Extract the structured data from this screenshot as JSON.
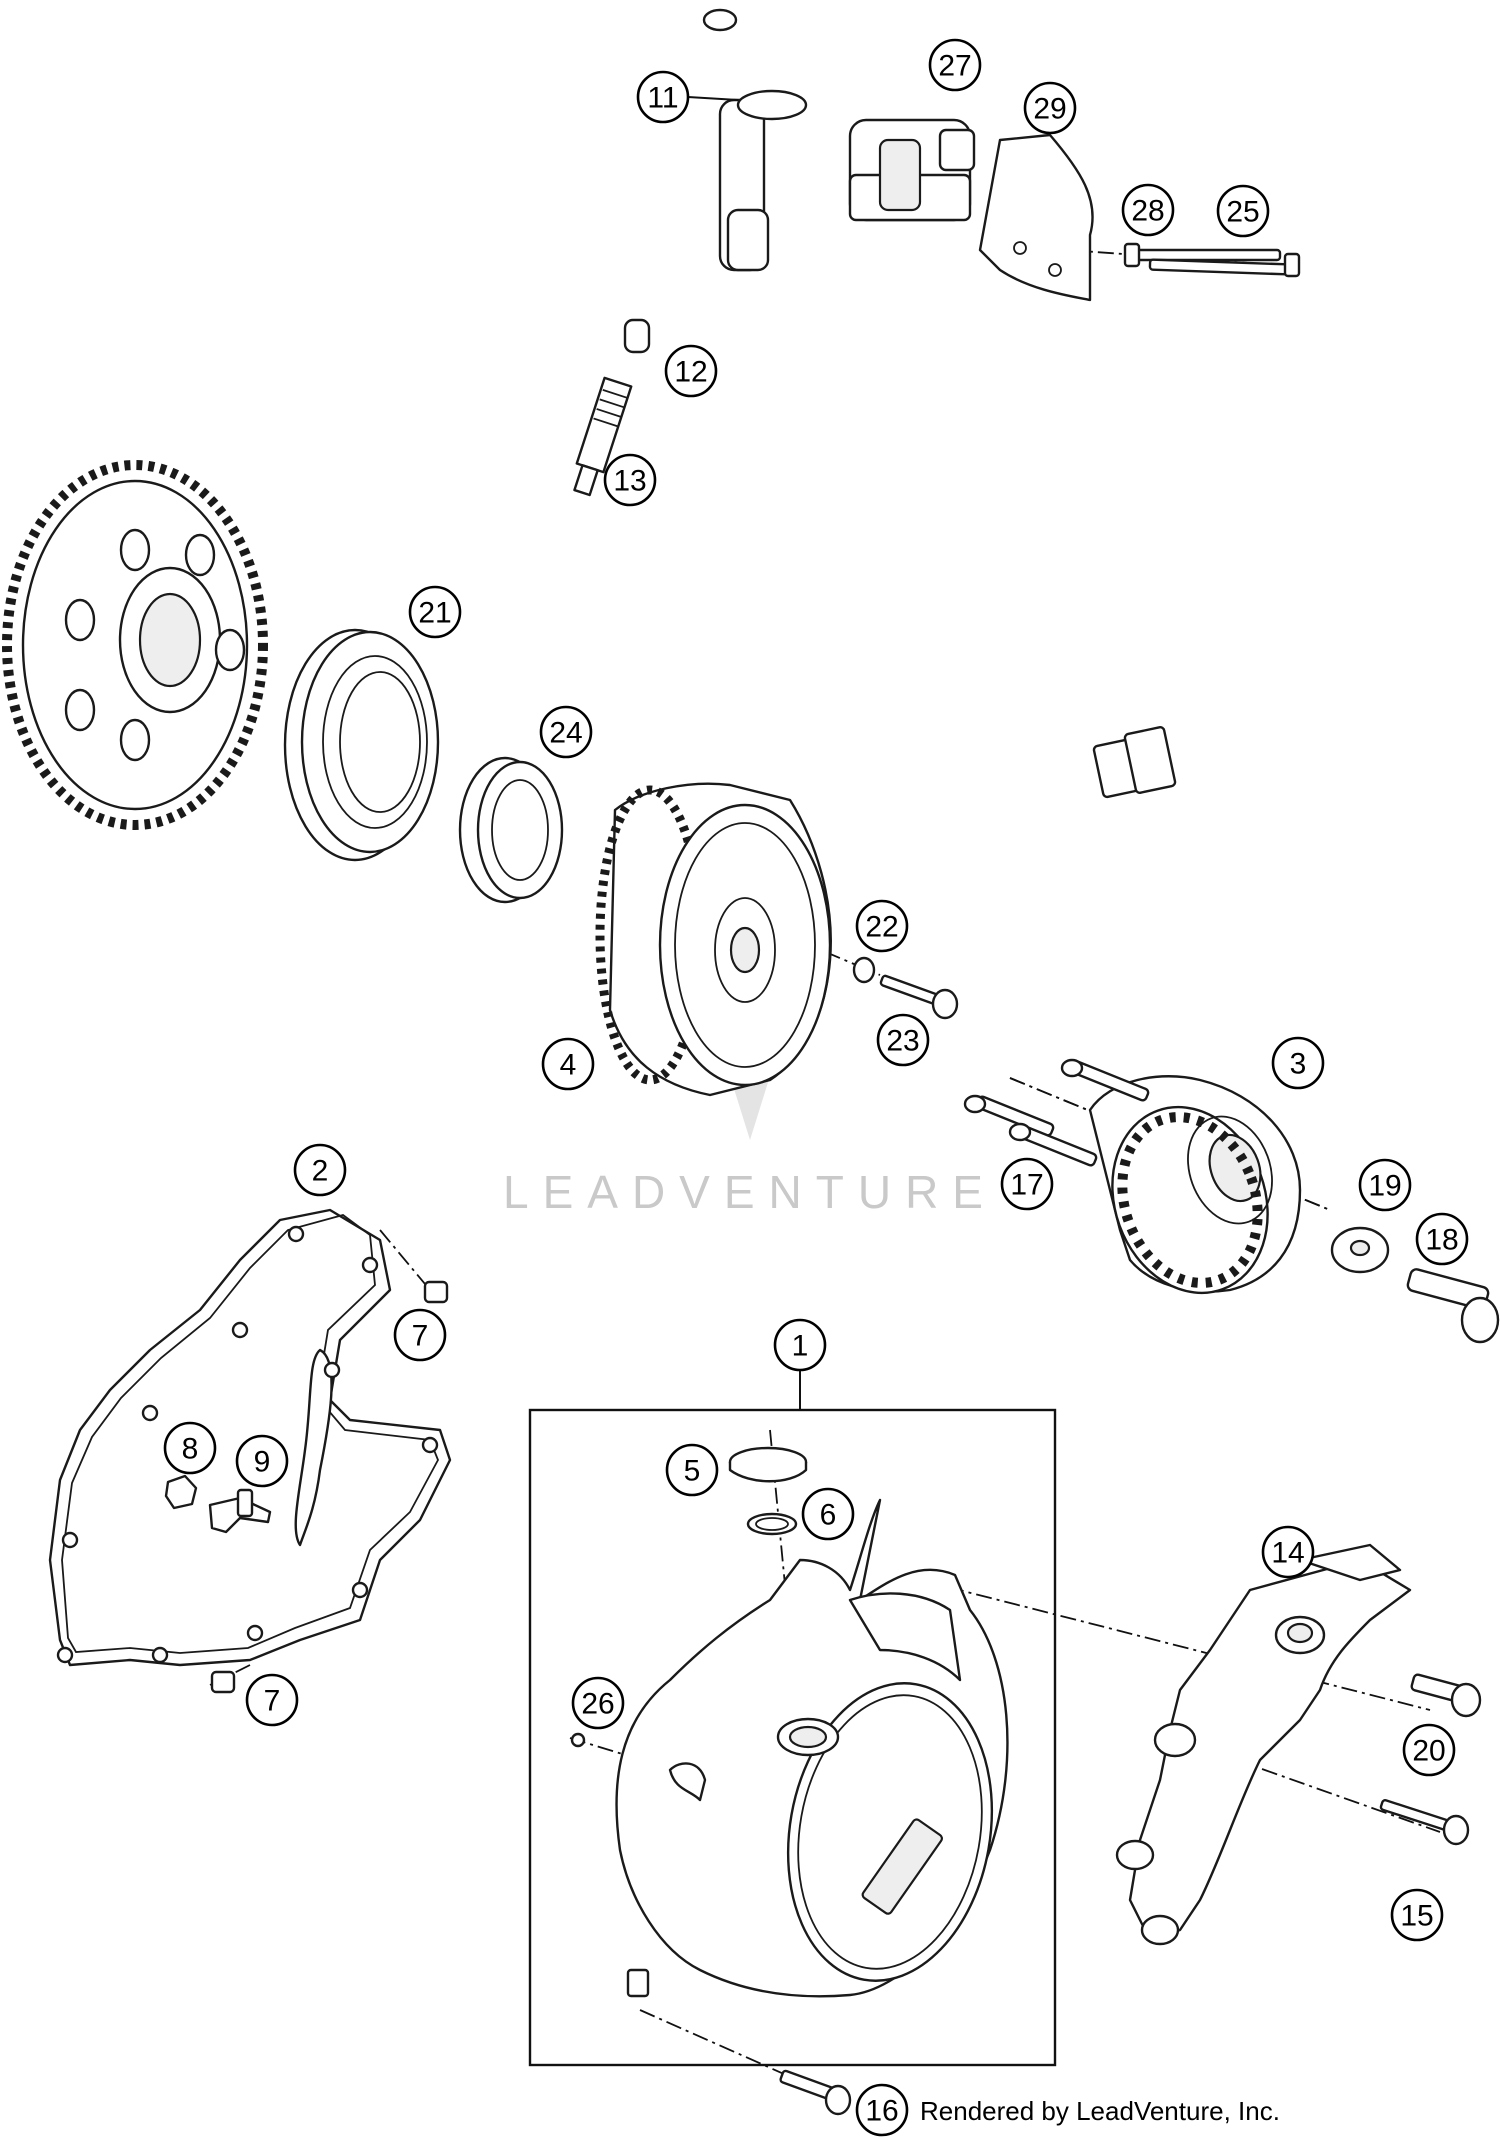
{
  "watermark": {
    "text": "LEADVENTURE"
  },
  "credit": {
    "text": "Rendered by LeadVenture, Inc."
  },
  "callouts": [
    "1",
    "2",
    "3",
    "4",
    "5",
    "6",
    "7",
    "7",
    "8",
    "9",
    "11",
    "12",
    "13",
    "14",
    "15",
    "16",
    "17",
    "18",
    "19",
    "20",
    "21",
    "22",
    "23",
    "24",
    "25",
    "26",
    "27",
    "28",
    "29"
  ]
}
